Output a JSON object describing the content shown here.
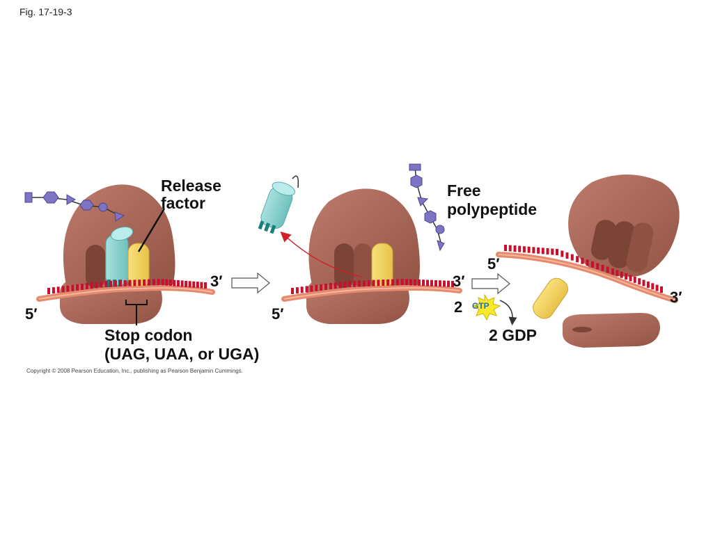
{
  "figure_label": "Fig. 17-19-3",
  "copyright": "Copyright © 2008 Pearson Education, Inc., publishing as Pearson Benjamin Cummings.",
  "labels": {
    "release_factor_line1": "Release",
    "release_factor_line2": "factor",
    "stop_codon_line1": "Stop codon",
    "stop_codon_line2": "(UAG, UAA, or UGA)",
    "free_polypeptide_line1": "Free",
    "free_polypeptide_line2": "polypeptide",
    "gtp_count": "2",
    "gtp": "GTP",
    "gdp": "2 GDP"
  },
  "ends": {
    "five_prime": "5′",
    "three_prime": "3′"
  },
  "colors": {
    "ribosome": "#a8675a",
    "ribosome_dark": "#7c4436",
    "mrna": "#e58a6d",
    "codon_teeth": "#c8102e",
    "trna": "#8fd3d0",
    "release_factor": "#f4d568",
    "polypeptide": "#7d74c4",
    "gtp_burst": "#f7ea2a",
    "arrow": "#d0202a"
  }
}
